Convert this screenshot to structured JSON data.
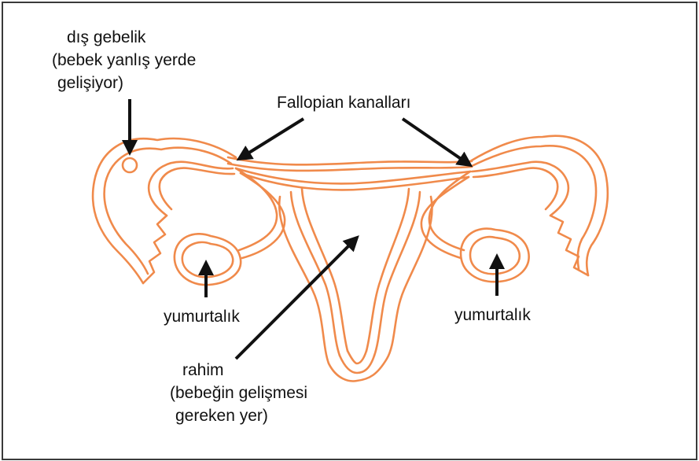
{
  "labels": {
    "ectopic": [
      "dış gebelik",
      "(bebek yanlış yerde",
      "gelişiyor)"
    ],
    "fallopian": "Fallopian kanalları",
    "ovary_left": "yumurtalık",
    "ovary_right": "yumurtalık",
    "uterus": [
      "rahim",
      "(bebeğin gelişmesi",
      "gereken yer)"
    ]
  },
  "colors": {
    "anatomy_stroke": "#f08a4b",
    "arrow": "#111111",
    "frame": "#3a3a3a"
  }
}
